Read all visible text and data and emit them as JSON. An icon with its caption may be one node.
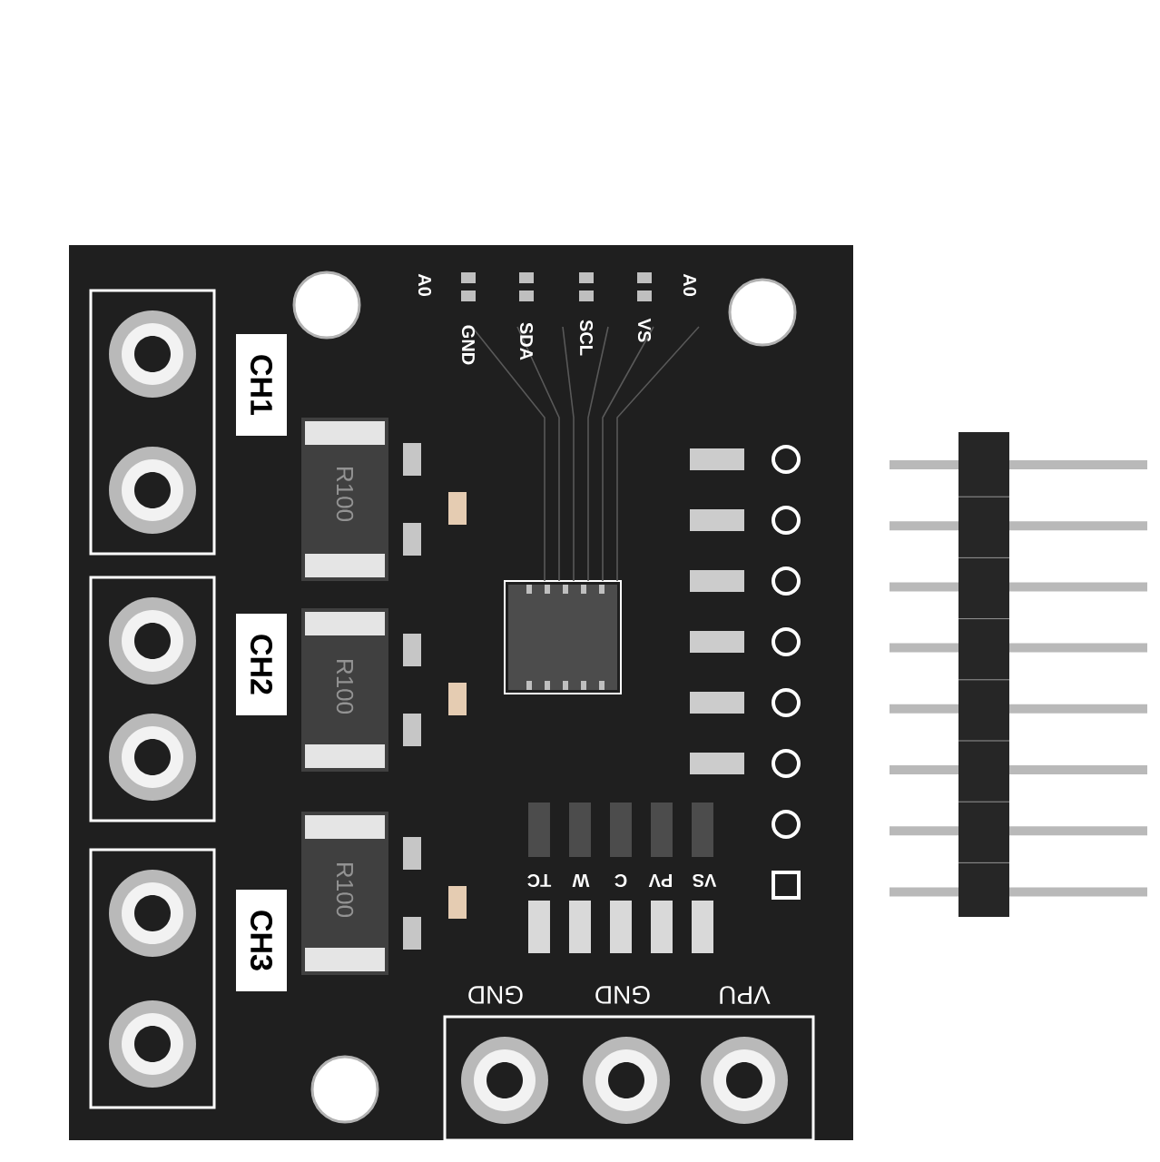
{
  "diagram": {
    "labels": [
      "A0",
      "GND",
      "SDA",
      "SCL",
      "VS",
      "A0",
      "CH1",
      "R100",
      "CH2",
      "R100",
      "CH3",
      "R100",
      "TC",
      "W",
      "C",
      "PV",
      "VS",
      "GND",
      "GND",
      "VPU"
    ]
  }
}
